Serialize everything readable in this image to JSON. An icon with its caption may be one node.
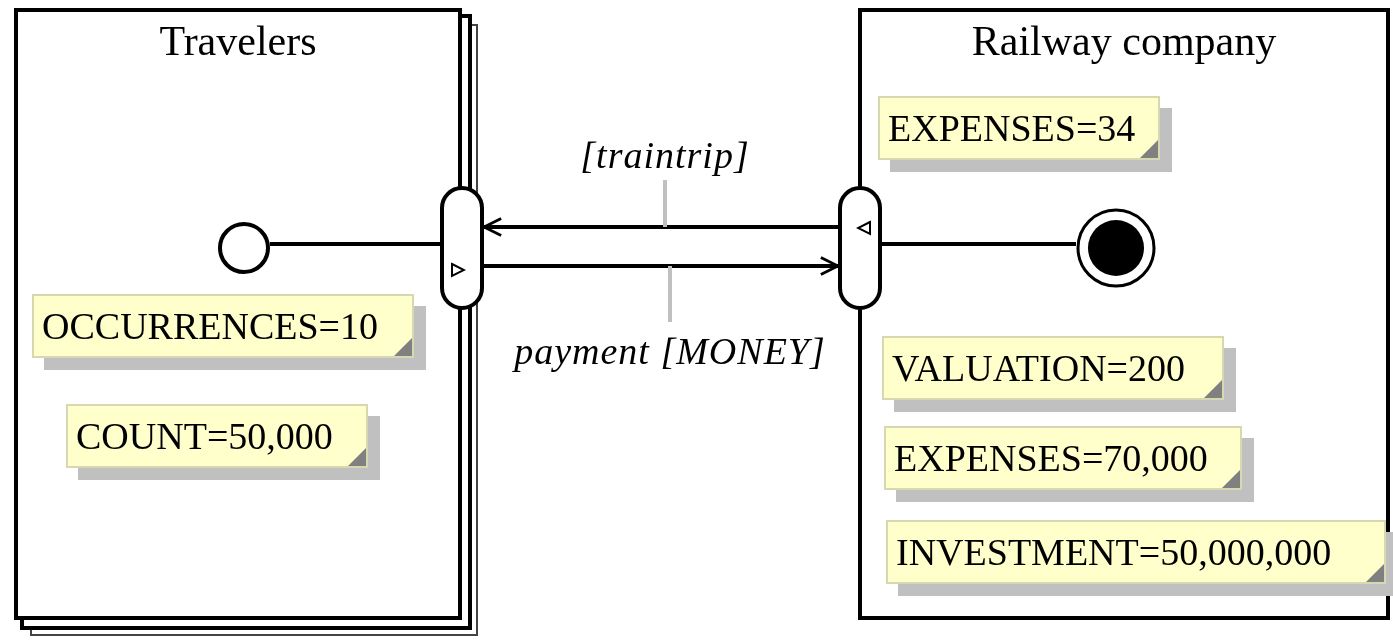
{
  "diagram": {
    "nodes": [
      {
        "text": [
          "Travelers"
        ]
      },
      {
        "text": [
          "OCCURRENCES=10"
        ],
        "in": 0
      },
      {
        "text": [
          "COUNT=50,000"
        ],
        "in": 0
      },
      {
        "text": [],
        "shape": "circle",
        "in": 0
      },
      {
        "text": [],
        "shape": "box"
      },
      {
        "text": [
          "Railway company"
        ]
      },
      {
        "text": [
          "EXPENSES=34"
        ],
        "in": 5
      },
      {
        "text": [],
        "shape": "circle",
        "in": 5
      },
      {
        "text": [],
        "shape": "box"
      },
      {
        "text": [
          "VALUATION=200"
        ],
        "in": 5
      },
      {
        "text": [
          "EXPENSES=70,000"
        ],
        "in": 5
      },
      {
        "text": [
          "INVESTMENT=50,000,000"
        ],
        "in": 5
      }
    ],
    "edges": [
      {
        "from": 3,
        "to": 4,
        "arrow": "none"
      },
      {
        "from": 8,
        "to": 4,
        "arrow": "to",
        "label": "[traintrip]"
      },
      {
        "from": 4,
        "to": 8,
        "arrow": "to",
        "label": "payment [MONEY]"
      },
      {
        "from": 8,
        "to": 7,
        "arrow": "none"
      }
    ]
  }
}
